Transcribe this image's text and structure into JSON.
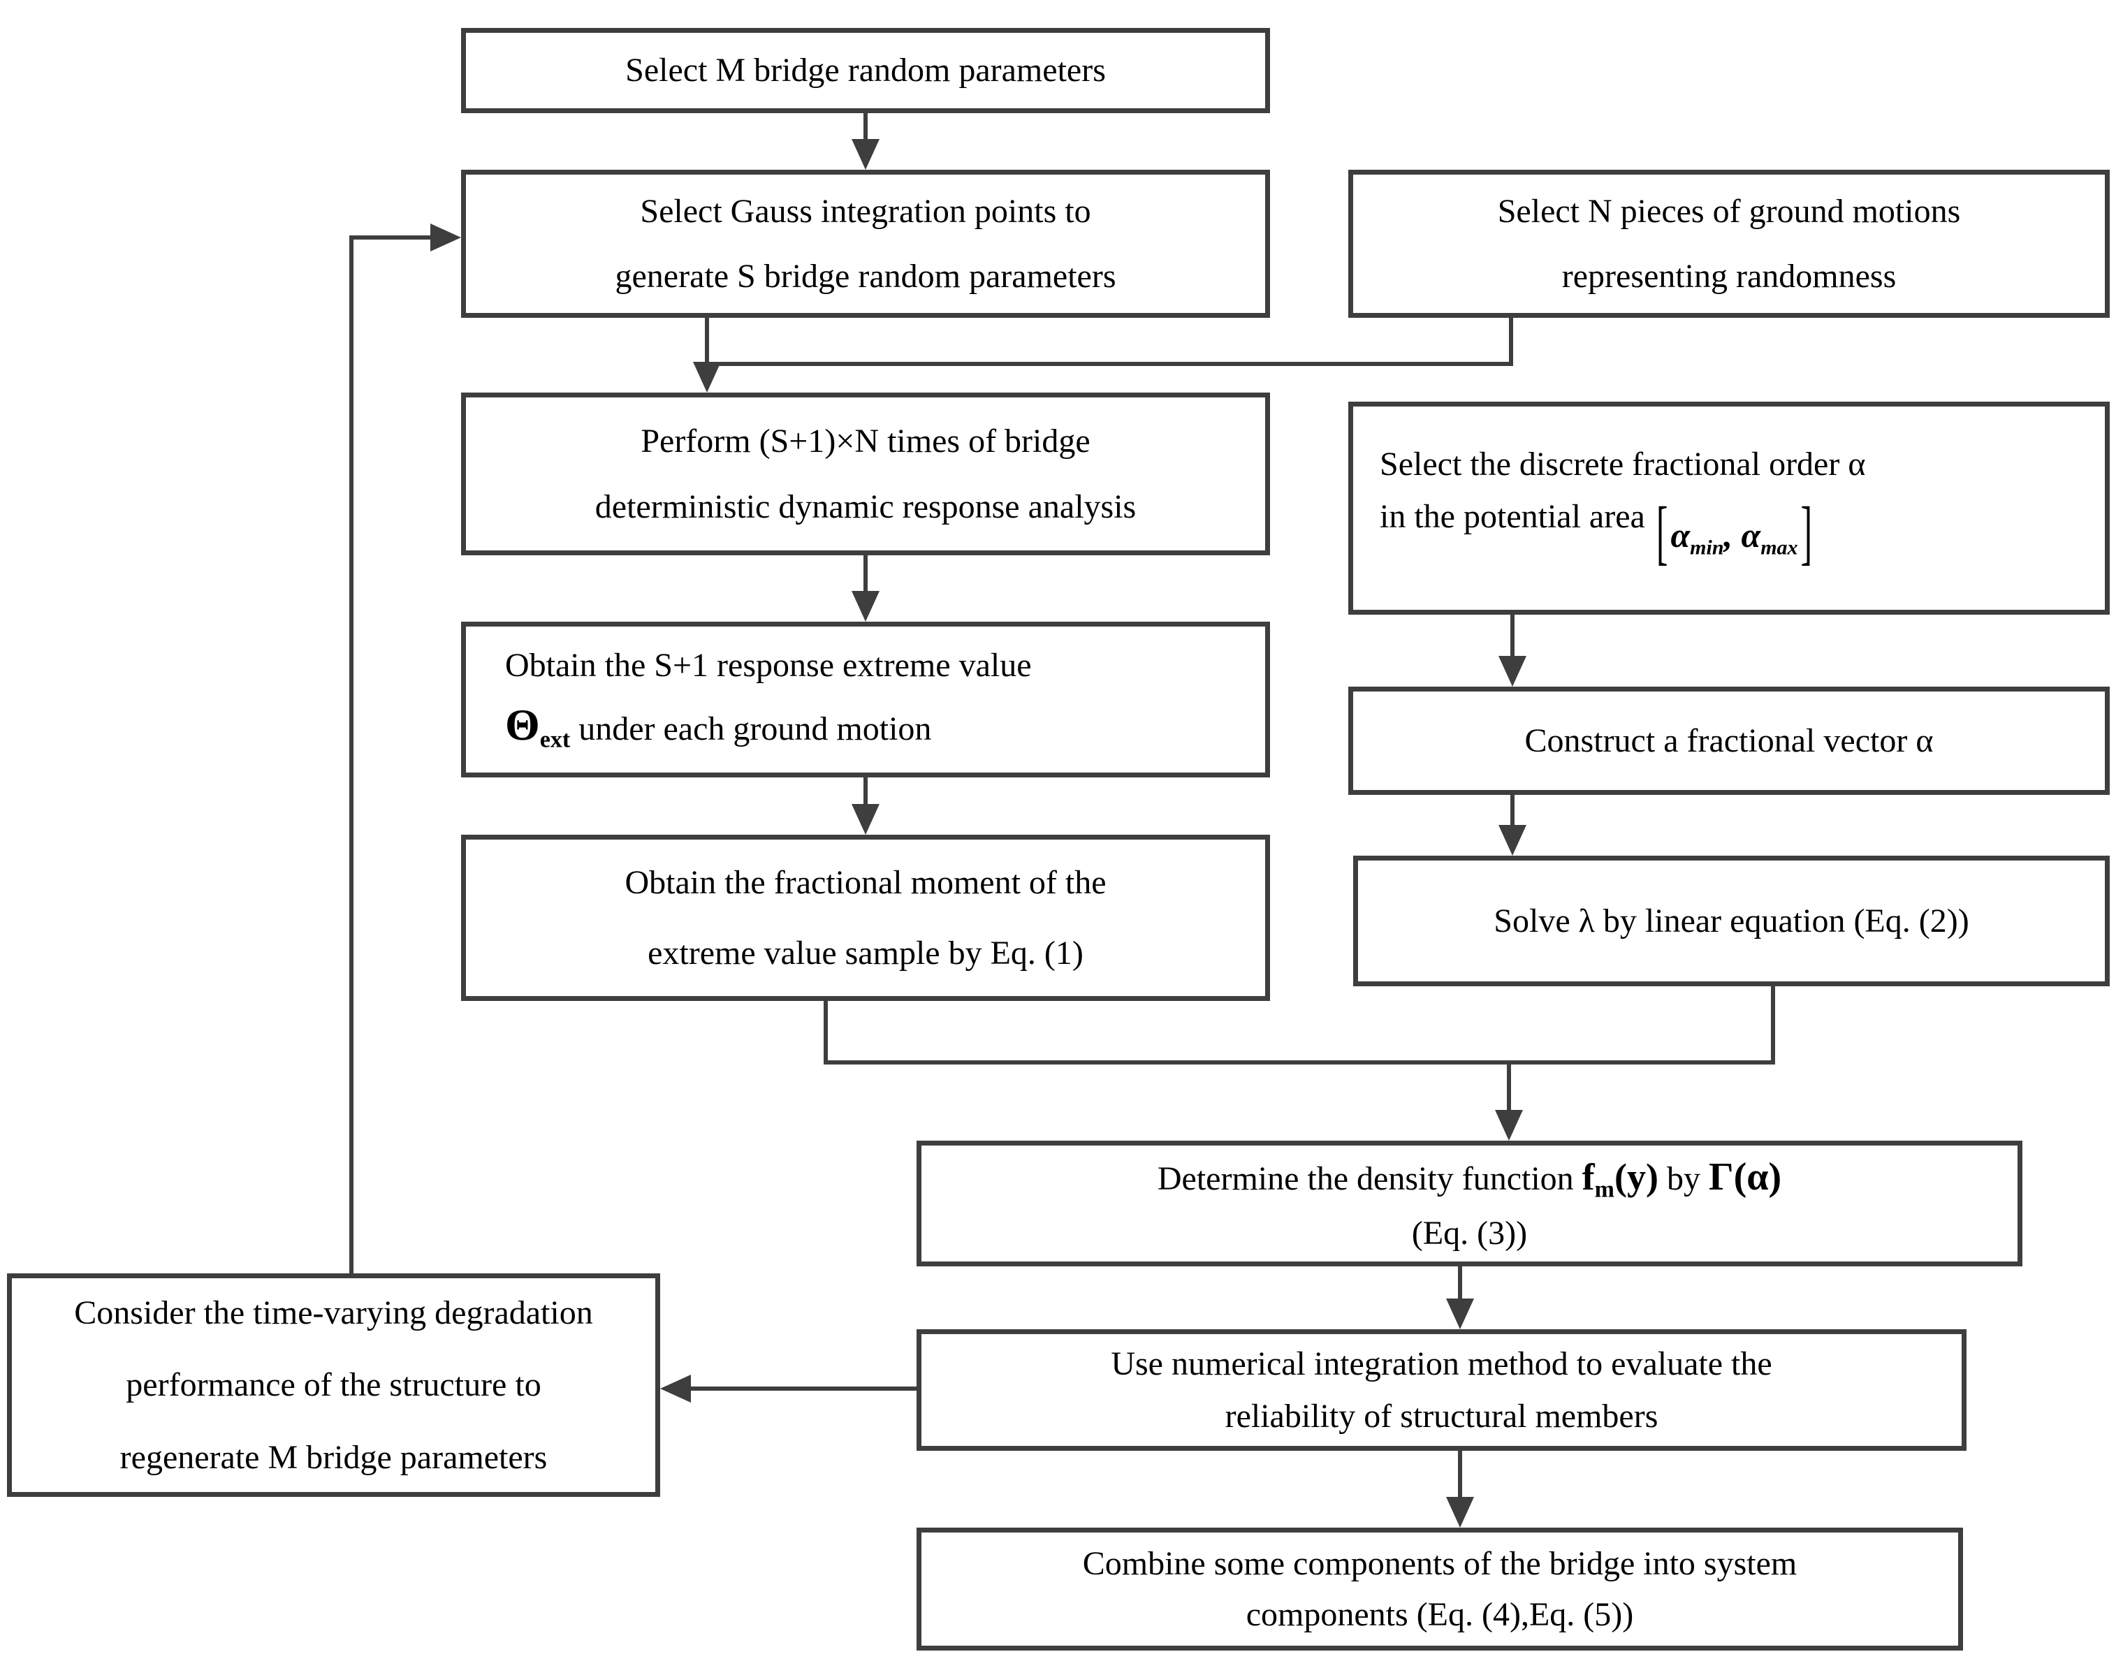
{
  "palette": {
    "line_color": "#3e3e3e",
    "text_color": "#000000",
    "background": "#ffffff"
  },
  "nodes": {
    "selectM": {
      "label": "Select M bridge random parameters"
    },
    "gauss": {
      "line1": "Select Gauss integration points to",
      "line2": "generate S bridge random parameters"
    },
    "groundMotions": {
      "line1": "Select N pieces of ground motions",
      "line2": "representing randomness"
    },
    "perform": {
      "line1": "Perform (S+1)×N times of bridge",
      "line2": "deterministic dynamic response analysis"
    },
    "extremeValue": {
      "line1": "Obtain the S+1 response extreme value",
      "theta": "Θ",
      "thetaSub": "ext",
      "line2rest": " under each ground motion"
    },
    "fractionalMoment": {
      "line1": "Obtain the fractional moment of the",
      "line2": "extreme value sample by Eq. (1)"
    },
    "discreteOrder": {
      "line1": "Select the discrete fractional order α",
      "line2": "in the potential area",
      "bracketOpen": "[",
      "alpha1": "α",
      "alpha1Sub": "min",
      "comma": ", ",
      "alpha2": "α",
      "alpha2Sub": "max",
      "bracketClose": "]"
    },
    "constructVector": {
      "label": "Construct a fractional vector α"
    },
    "solveLambda": {
      "label": "Solve λ  by linear equation (Eq. (2))"
    },
    "densityFunction": {
      "pre": "Determine the density function ",
      "f": "f",
      "fSub": "m",
      "fArg": "(y)",
      "mid": " by ",
      "gamma": "Γ(α)",
      "line2": "(Eq. (3))"
    },
    "numericalIntegration": {
      "line1": "Use numerical integration method to evaluate the",
      "line2": "reliability of structural members"
    },
    "degradation": {
      "line1": "Consider the time-varying degradation",
      "line2": "performance of the structure to",
      "line3": "regenerate M bridge parameters"
    },
    "combine": {
      "line1": "Combine some components of the bridge into system",
      "line2": "components (Eq. (4),Eq. (5))"
    }
  }
}
